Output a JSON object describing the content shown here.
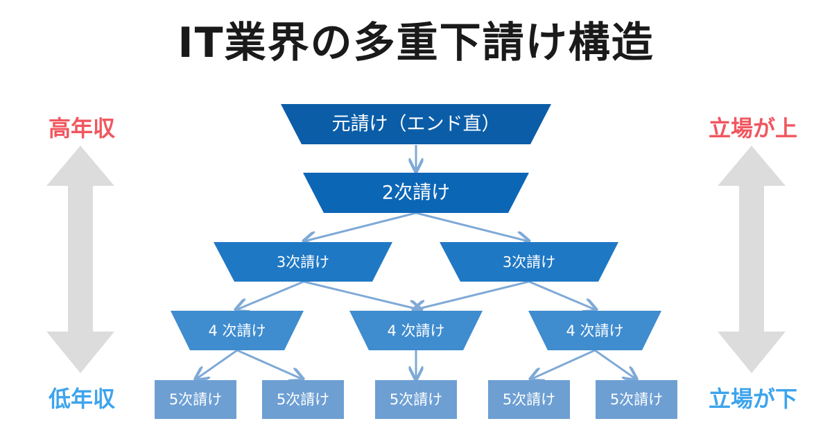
{
  "title": "IT業界の多重下請け構造",
  "left": {
    "top_label": "高年収",
    "bottom_label": "低年収"
  },
  "right": {
    "top_label": "立場が上",
    "bottom_label": "立場が下"
  },
  "colors": {
    "high": "#f0575f",
    "low": "#3da4ec",
    "arrow_gray": "#dcdcdc",
    "level1": "#0b5da8",
    "level2": "#0c66b6",
    "level3": "#1f78c4",
    "level4": "#3f8ccf",
    "level5": "#6d9fd3",
    "connector": "#7fa9d6"
  },
  "nodes": {
    "n1": "元請け（エンド直）",
    "n2": "2次請け",
    "n3a": "3次請け",
    "n3b": "3次請け",
    "n4a": "4 次請け",
    "n4b": "4 次請け",
    "n4c": "4 次請け",
    "n5a": "5次請け",
    "n5b": "5次請け",
    "n5c": "5次請け",
    "n5d": "5次請け",
    "n5e": "5次請け"
  }
}
